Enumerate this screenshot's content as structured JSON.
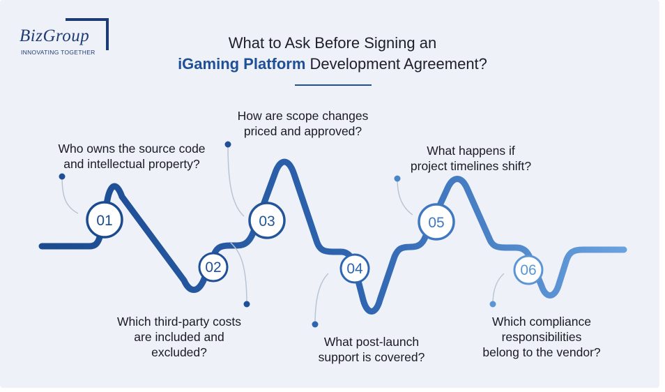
{
  "logo": {
    "name": "BizGroup",
    "tagline": "INNOVATING TOGETHER"
  },
  "title": {
    "line1": "What to Ask Before Signing an",
    "highlight": "iGaming Platform",
    "line2_rest": " Development Agreement?"
  },
  "colors": {
    "background": "#eef2f8",
    "dark_blue": "#1f4f96",
    "light_blue": "#5b95d6",
    "text": "#1a1a24"
  },
  "steps": [
    {
      "number": "01",
      "question_lines": [
        "Who owns the source code",
        "and intellectual property?"
      ]
    },
    {
      "number": "02",
      "question_lines": [
        "Which third-party costs",
        "are included and",
        "excluded?"
      ]
    },
    {
      "number": "03",
      "question_lines": [
        "How are scope changes",
        "priced and approved?"
      ]
    },
    {
      "number": "04",
      "question_lines": [
        "What post-launch",
        "support is covered?"
      ]
    },
    {
      "number": "05",
      "question_lines": [
        "What happens if",
        "project timelines shift?"
      ]
    },
    {
      "number": "06",
      "question_lines": [
        "Which compliance",
        "responsibilities",
        "belong to the vendor?"
      ]
    }
  ]
}
